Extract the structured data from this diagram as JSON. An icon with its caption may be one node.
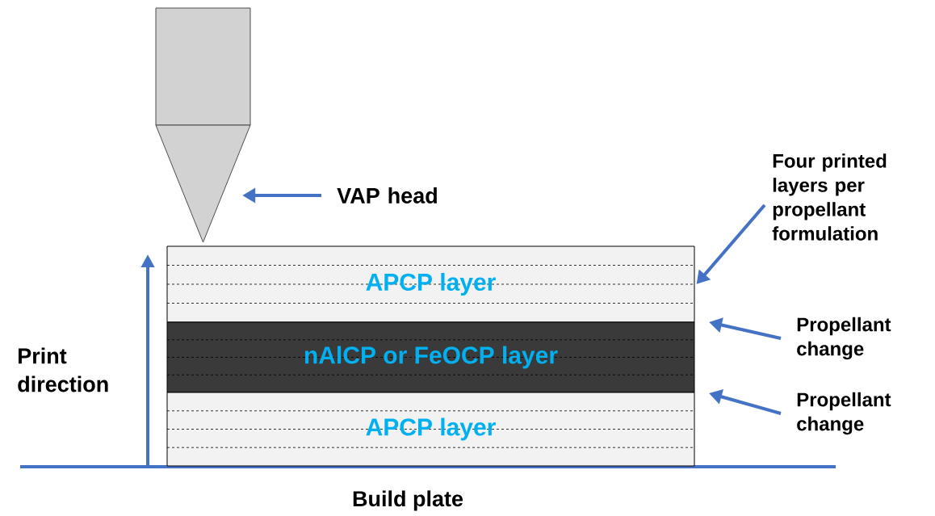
{
  "diagram": {
    "nodes": [
      {
        "text": [],
        "shape": "picture"
      },
      {
        "text": [
          "VAP head"
        ]
      },
      {
        "text": [
          "Four printed layers per propellant formulation"
        ]
      },
      {
        "text": [
          "APCP layer"
        ]
      },
      {
        "text": [
          "Propellant change"
        ]
      },
      {
        "text": [
          "nAlCP or FeOCP layer"
        ]
      },
      {
        "text": [
          "Propellant change"
        ]
      },
      {
        "text": [
          "APCP layer"
        ]
      }
    ],
    "edges": [
      {
        "from": 1,
        "to": 0,
        "arrow": "to"
      },
      {
        "from": 2,
        "to": 3,
        "arrow": "to"
      },
      {
        "from": 4,
        "to": null,
        "arrow": "to"
      },
      {
        "from": 6,
        "to": null,
        "arrow": "to"
      }
    ],
    "labels": [
      "Print direction",
      "Build plate"
    ]
  }
}
